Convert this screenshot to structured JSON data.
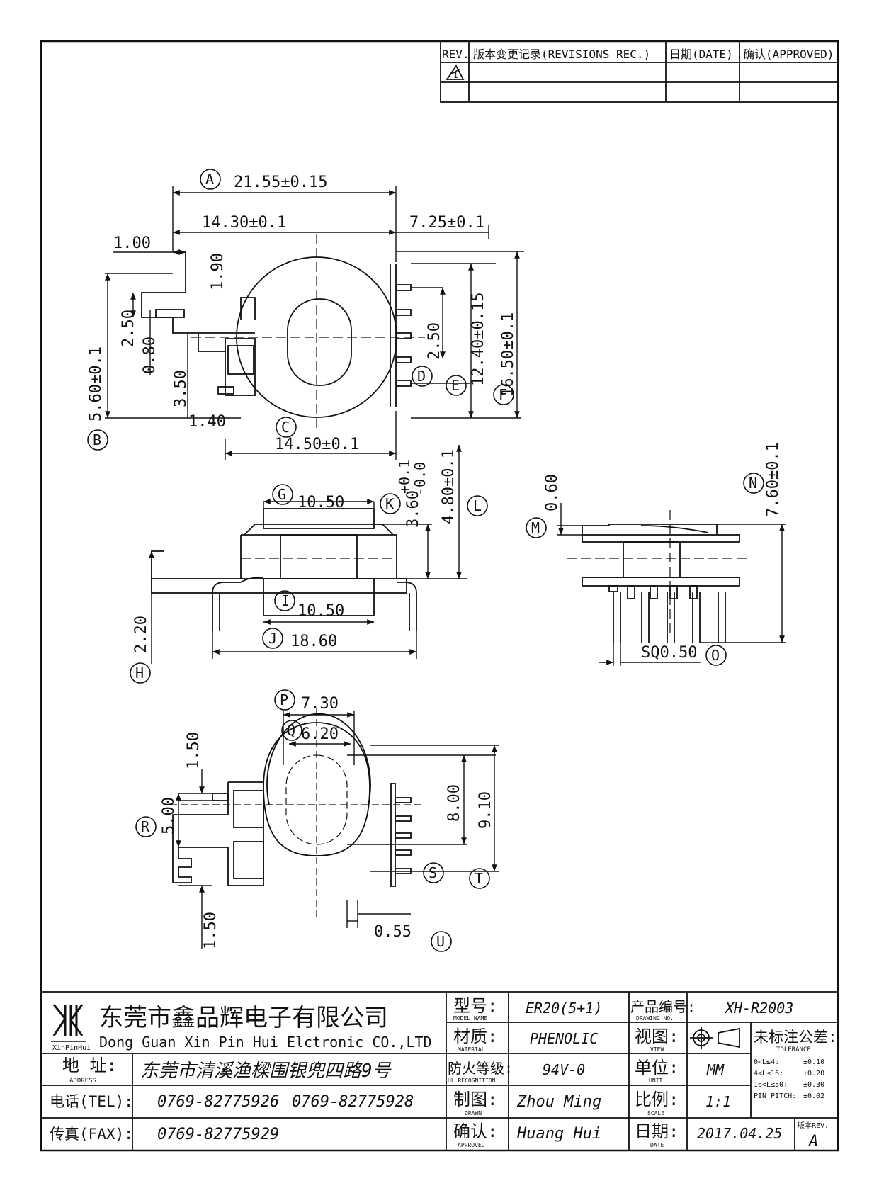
{
  "revision_table": {
    "rev_header": "REV.",
    "revisions_header": "版本变更记录(REVISIONS REC.)",
    "date_header": "日期(DATE)",
    "approved_header": "确认(APPROVED)",
    "rev_symbol": "1"
  },
  "top_view": {
    "dim_a": "21.55±0.15",
    "dim_14_30": "14.30±0.1",
    "dim_7_25": "7.25±0.1",
    "dim_1_00": "1.00",
    "dim_1_90": "1.90",
    "dim_2_50_left": "2.50",
    "dim_0_80": "0.80",
    "dim_3_50": "3.50",
    "dim_5_60": "5.60±0.1",
    "dim_1_40": "1.40",
    "dim_14_50": "14.50±0.1",
    "dim_2_50_right": "2.50",
    "dim_12_40": "12.40±0.15",
    "dim_16_50": "16.50±0.1"
  },
  "front_view": {
    "dim_g": "10.50",
    "dim_i": "10.50",
    "dim_j": "18.60",
    "dim_k": "3.60",
    "dim_k_tol_plus": "+0.1",
    "dim_k_tol_minus": "-0.0",
    "dim_l": "4.80±0.1",
    "dim_h": "2.20"
  },
  "side_view": {
    "dim_m": "0.60",
    "dim_n": "7.60±0.1",
    "dim_o": "SQ0.50"
  },
  "bottom_view": {
    "dim_p": "7.30",
    "dim_q": "6.20",
    "dim_1_50_top": "1.50",
    "dim_5_00": "5.00",
    "dim_8_00": "8.00",
    "dim_9_10": "9.10",
    "dim_1_50_bottom": "1.50",
    "dim_0_55": "0.55"
  },
  "callouts": {
    "A": "A",
    "B": "B",
    "C": "C",
    "D": "D",
    "E": "E",
    "F": "F",
    "G": "G",
    "H": "H",
    "I": "I",
    "J": "J",
    "K": "K",
    "L": "L",
    "M": "M",
    "N": "N",
    "O": "O",
    "P": "P",
    "Q": "Q",
    "R": "R",
    "S": "S",
    "T": "T",
    "U": "U"
  },
  "title_block": {
    "logo_text": "XinPinHui",
    "company_cn": "东莞市鑫品辉电子有限公司",
    "company_en": "Dong Guan Xin Pin Hui Elctronic CO.,LTD",
    "address_label": "地 址:",
    "address_label_en": "ADDRESS",
    "address_value": "东莞市清溪渔樑围银兜四路9号",
    "tel_label": "电话(TEL):",
    "tel_value_1": "0769-82775926",
    "tel_value_2": "0769-82775928",
    "fax_label": "传真(FAX):",
    "fax_value": "0769-82775929",
    "model_label": "型号:",
    "model_label_en": "MODEL NAME",
    "model_value": "ER20(5+1)",
    "material_label": "材质:",
    "material_label_en": "MATERIAL",
    "material_value": "PHENOLIC",
    "ul_label": "防火等级:",
    "ul_label_en": "UL RECOGNITION",
    "ul_value": "94V-0",
    "drawn_label": "制图:",
    "drawn_label_en": "DRAWN",
    "drawn_value": "Zhou Ming",
    "approved_label": "确认:",
    "approved_label_en": "APPROVED",
    "approved_value": "Huang Hui",
    "drawing_no_label": "产品编号:",
    "drawing_no_label_en": "DRAWING NO.",
    "drawing_no_value": "XH-R2003",
    "view_label": "视图:",
    "view_label_en": "VIEW",
    "unit_label": "单位:",
    "unit_label_en": "UNIT",
    "unit_value": "MM",
    "scale_label": "比例:",
    "scale_label_en": "SCALE",
    "scale_value": "1:1",
    "date_label": "日期:",
    "date_label_en": "DATE",
    "date_value": "2017.04.25",
    "tolerance_label": "未标注公差:",
    "tolerance_label_en": "TOLERANCE",
    "tolerance_rows": [
      {
        "range": "0<L≤4:",
        "value": "±0.10"
      },
      {
        "range": "4<L≤16:",
        "value": "±0.20"
      },
      {
        "range": "16<L≤50:",
        "value": "±0.30"
      },
      {
        "range": "PIN PITCH:",
        "value": "±0.02"
      }
    ],
    "rev_label": "版本REV.",
    "rev_value": "A"
  }
}
